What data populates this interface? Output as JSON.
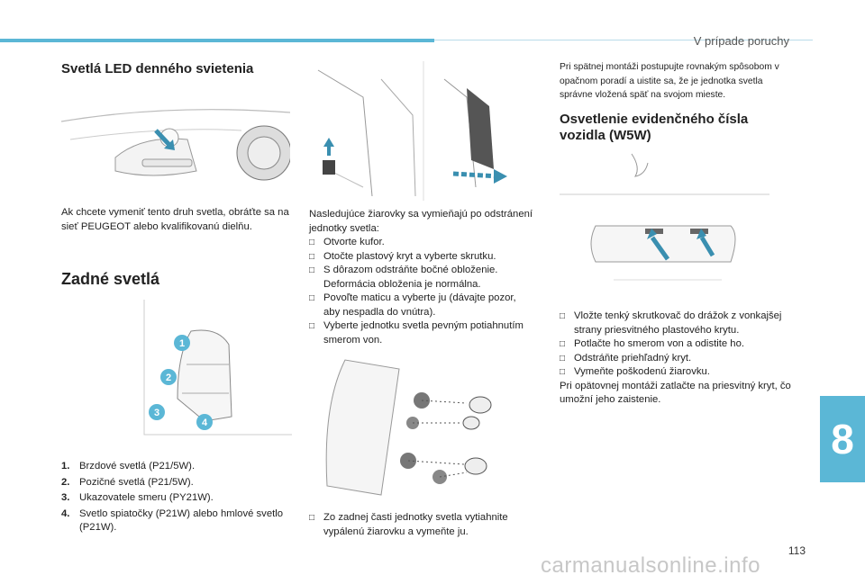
{
  "header": {
    "section": "V prípade poruchy"
  },
  "chapter": "8",
  "page_number": "113",
  "watermark": "carmanualsonline.info",
  "col1": {
    "title_led": "Svetlá LED denného svietenia",
    "led_text": "Ak chcete vymeniť tento druh svetla, obráťte sa na sieť PEUGEOT alebo kvalifikovanú dielňu.",
    "title_rear": "Zadné svetlá",
    "callouts": [
      "1",
      "2",
      "3",
      "4"
    ],
    "items": [
      {
        "num": "1.",
        "text": "Brzdové svetlá (P21/5W)."
      },
      {
        "num": "2.",
        "text": "Pozičné svetlá (P21/5W)."
      },
      {
        "num": "3.",
        "text": "Ukazovatele smeru (PY21W)."
      },
      {
        "num": "4.",
        "text": "Svetlo spiatočky (P21W) alebo hmlové svetlo (P21W)."
      }
    ]
  },
  "col2": {
    "intro": "Nasledujúce žiarovky sa vymieňajú po odstránení jednotky svetla:",
    "steps": [
      "Otvorte kufor.",
      "Otočte plastový kryt a vyberte skrutku.",
      "S dôrazom odstráňte bočné obloženie. Deformácia obloženia je normálna.",
      "Povoľte maticu a vyberte ju (dávajte pozor, aby nespadla do vnútra).",
      "Vyberte jednotku svetla pevným potiahnutím smerom von."
    ],
    "final_step": "Zo zadnej časti jednotky svetla vytiahnite vypálenú žiarovku a vymeňte ju."
  },
  "col3": {
    "reassembly": "Pri spätnej montáži postupujte rovnakým spôsobom v opačnom poradí a uistite sa, že je jednotka svetla správne vložená späť na svojom mieste.",
    "title_plate": "Osvetlenie evidenčného čísla vozidla (W5W)",
    "steps": [
      "Vložte tenký skrutkovač do drážok z vonkajšej strany priesvitného plastového krytu.",
      "Potlačte ho smerom von a odistite ho.",
      "Odstráňte priehľadný kryt.",
      "Vymeňte poškodenú žiarovku."
    ],
    "final": "Pri opätovnej montáži zatlačte na priesvitný kryt, čo umožní jeho zaistenie."
  },
  "colors": {
    "accent": "#5bb7d6",
    "arrow": "#3a8fb0"
  }
}
